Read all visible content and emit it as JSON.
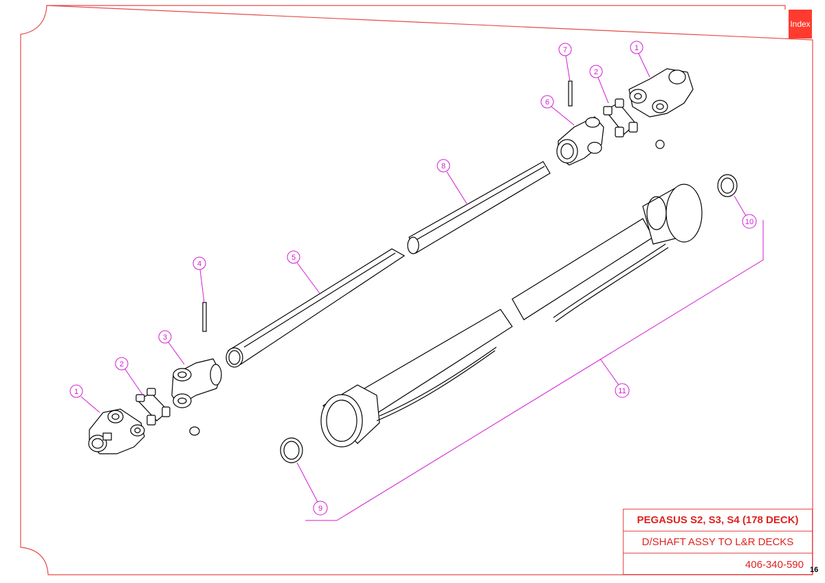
{
  "index_button": {
    "label": "Index"
  },
  "title_block": {
    "title": "PEGASUS S2, S3, S4 (178 DECK)",
    "subtitle": "D/SHAFT ASSY TO L&R DECKS",
    "part_number": "406-340-590"
  },
  "page_number": "16",
  "callouts": [
    "1",
    "2",
    "3",
    "4",
    "5",
    "8",
    "6",
    "7",
    "2",
    "1",
    "10",
    "11",
    "9"
  ],
  "colors": {
    "frame": "#e64a4a",
    "callout": "#d21bd2",
    "index_bg": "#ff3b30"
  }
}
